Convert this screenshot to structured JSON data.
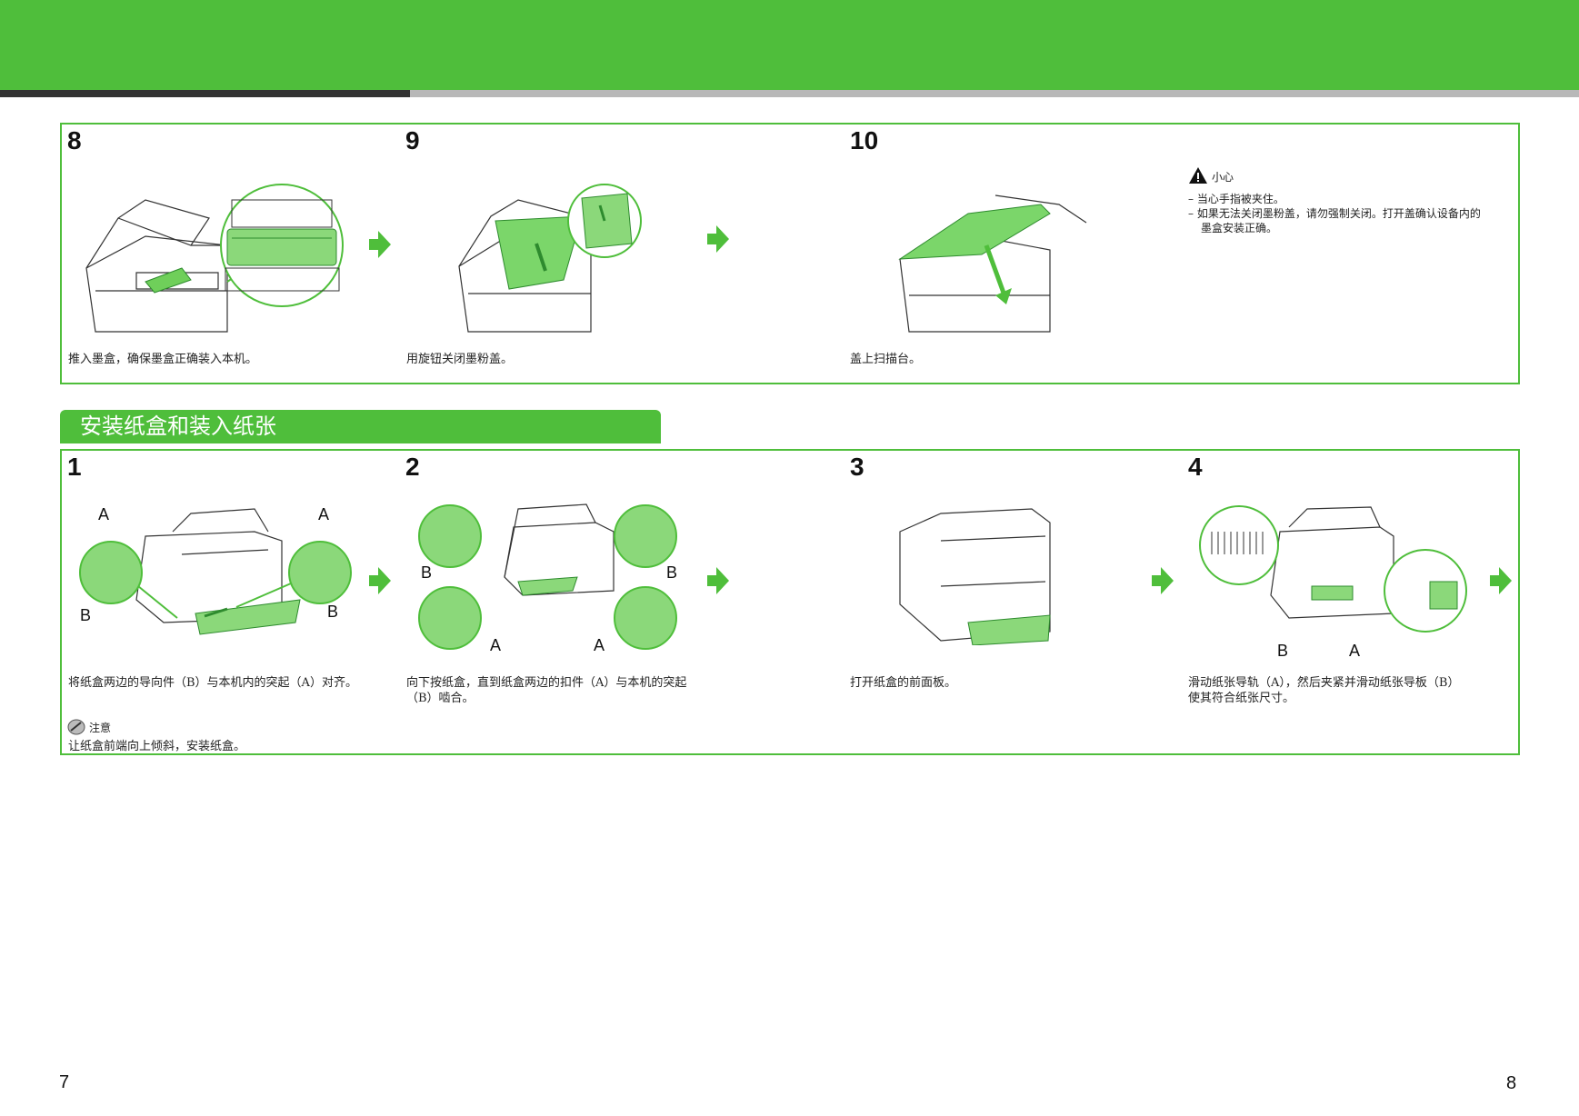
{
  "colors": {
    "accent": "#4fbe3b",
    "dark_rule": "#333333",
    "light_rule": "#b8b8b8"
  },
  "top_panel": {
    "steps": [
      {
        "num": "8",
        "caption": "推入墨盒，确保墨盒正确装入本机。"
      },
      {
        "num": "9",
        "caption": "用旋钮关闭墨粉盖。"
      },
      {
        "num": "10",
        "caption": "盖上扫描台。"
      }
    ],
    "caution": {
      "icon": "warning-triangle-icon",
      "title": "小心",
      "items": [
        "– 当心手指被夹住。",
        "– 如果无法关闭墨粉盖，请勿强制关闭。打开盖确认设备内的墨盒安装正确。"
      ]
    }
  },
  "section": {
    "title": "安装纸盒和装入纸张"
  },
  "bottom_panel": {
    "steps": [
      {
        "num": "1",
        "caption": "将纸盒两边的导向件（B）与本机内的突起（A）对齐。"
      },
      {
        "num": "2",
        "caption": "向下按纸盒，直到纸盒两边的扣件（A）与本机的突起（B）啮合。"
      },
      {
        "num": "3",
        "caption": "打开纸盒的前面板。"
      },
      {
        "num": "4",
        "caption": "滑动纸张导轨（A），然后夹紧并滑动纸张导板（B）使其符合纸张尺寸。"
      }
    ],
    "labels": {
      "a": "A",
      "b": "B"
    },
    "note": {
      "icon": "note-pencil-icon",
      "title": "注意",
      "text": "让纸盒前端向上倾斜，安装纸盒。"
    }
  },
  "page_numbers": {
    "left": "7",
    "right": "8"
  }
}
